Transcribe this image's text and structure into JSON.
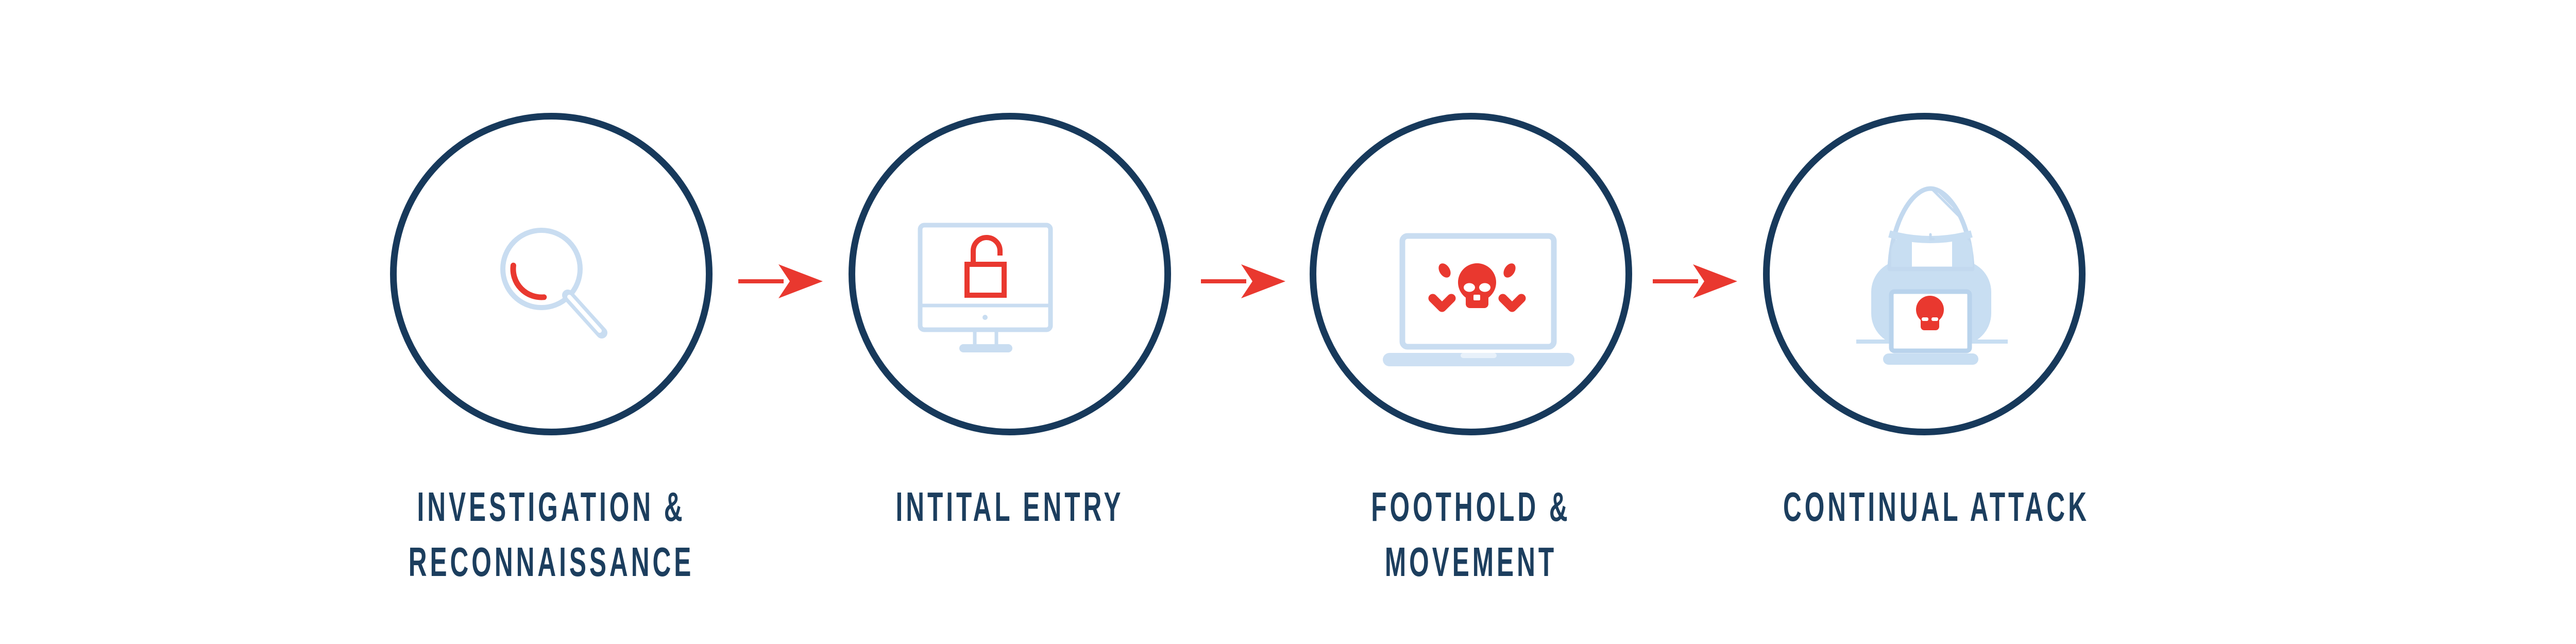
{
  "diagram": {
    "type": "attack-lifecycle-flow",
    "stages": [
      {
        "id": "investigation-reconnaissance",
        "label_line1": "INVESTIGATION &",
        "label_line2": "RECONNAISSANCE",
        "icon": "magnifier-icon"
      },
      {
        "id": "initial-entry",
        "label_line1": "INTITAL ENTRY",
        "label_line2": "",
        "icon": "unlocked-padlock-monitor-icon"
      },
      {
        "id": "foothold-movement",
        "label_line1": "FOOTHOLD &",
        "label_line2": "MOVEMENT",
        "icon": "skull-crossbones-laptop-icon"
      },
      {
        "id": "continual-attack",
        "label_line1": "CONTINUAL ATTACK",
        "label_line2": "",
        "icon": "hooded-hacker-icon"
      }
    ],
    "connectors": [
      {
        "from": "investigation-reconnaissance",
        "to": "initial-entry",
        "type": "arrow-right"
      },
      {
        "from": "initial-entry",
        "to": "foothold-movement",
        "type": "arrow-right"
      },
      {
        "from": "foothold-movement",
        "to": "continual-attack",
        "type": "arrow-right"
      }
    ],
    "colors": {
      "circle_navy": "#17395b",
      "label_navy": "#1c3e5e",
      "accent_red": "#e9382f",
      "icon_light_blue": "#c9ddf1",
      "icon_light_blue_fill": "#cde0f3",
      "background": "#ffffff"
    }
  }
}
